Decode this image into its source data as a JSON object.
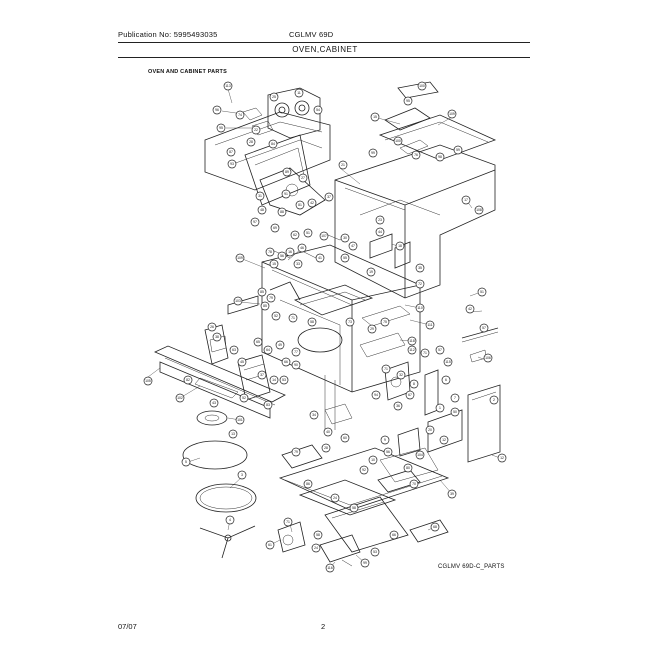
{
  "header": {
    "publication": "Publication No: 5995493035",
    "model": "CGLMV 69D",
    "section": "OVEN,CABINET"
  },
  "diagram": {
    "subtitle": "OVEN AND CABINET PARTS",
    "caption": "CGLMV 69D-C_PARTS"
  },
  "footer": {
    "date": "07/07",
    "page": "2"
  }
}
